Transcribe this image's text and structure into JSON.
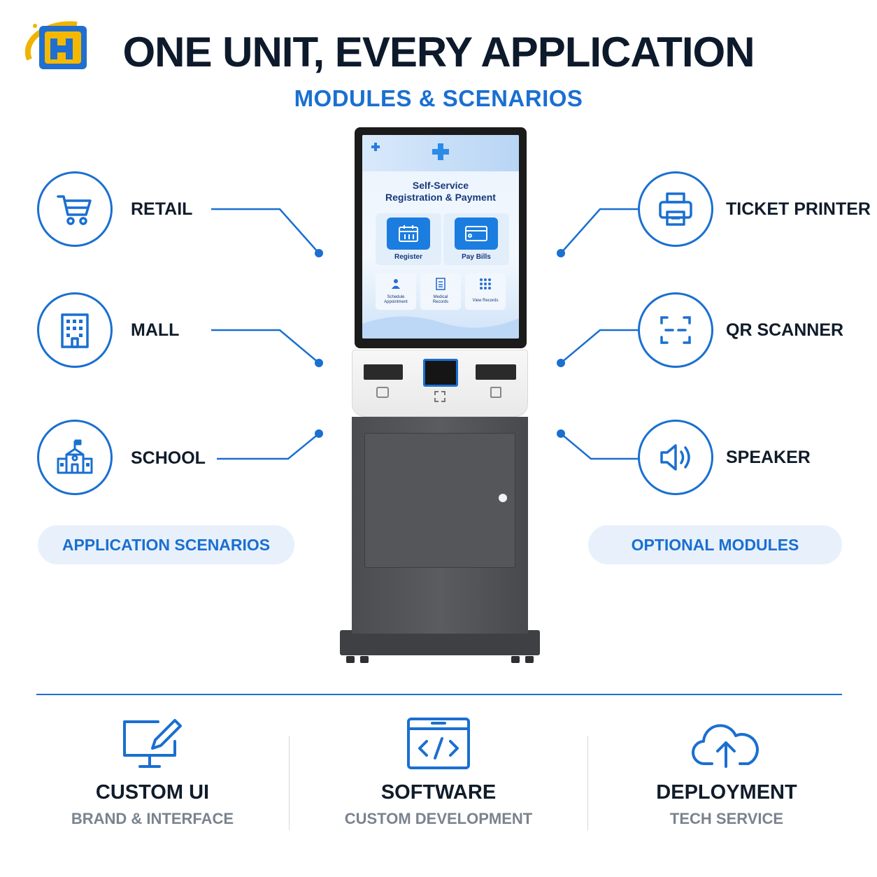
{
  "header": {
    "title": "ONE UNIT, EVERY APPLICATION",
    "subtitle": "MODULES & SCENARIOS"
  },
  "scenarios": [
    {
      "label": "RETAIL",
      "icon": "cart-icon"
    },
    {
      "label": "MALL",
      "icon": "building-icon"
    },
    {
      "label": "SCHOOL",
      "icon": "school-icon"
    }
  ],
  "modules": [
    {
      "label": "TICKET PRINTER",
      "icon": "printer-icon"
    },
    {
      "label": "QR SCANNER",
      "icon": "qr-scan-icon"
    },
    {
      "label": "SPEAKER",
      "icon": "speaker-icon"
    }
  ],
  "pills": {
    "left": "APPLICATION SCENARIOS",
    "right": "OPTIONAL MODULES"
  },
  "kiosk_screen": {
    "title_line1": "Self-Service",
    "title_line2": "Registration & Payment",
    "tiles_big": [
      "Register",
      "Pay Bills"
    ],
    "tiles_small": [
      {
        "line1": "Schedule",
        "line2": "Appointment"
      },
      {
        "line1": "Medical",
        "line2": "Records"
      },
      {
        "line1": "View Records",
        "line2": ""
      }
    ]
  },
  "features": [
    {
      "title": "CUSTOM UI",
      "subtitle": "BRAND & INTERFACE",
      "icon": "monitor-pen-icon"
    },
    {
      "title": "SOFTWARE",
      "subtitle": "CUSTOM DEVELOPMENT",
      "icon": "code-window-icon"
    },
    {
      "title": "DEPLOYMENT",
      "subtitle": "TECH SERVICE",
      "icon": "cloud-upload-icon"
    }
  ],
  "colors": {
    "accent": "#1a6fd1",
    "dark": "#0d1a2b",
    "muted": "#7a838e",
    "pill_bg": "#e8f1fb"
  }
}
